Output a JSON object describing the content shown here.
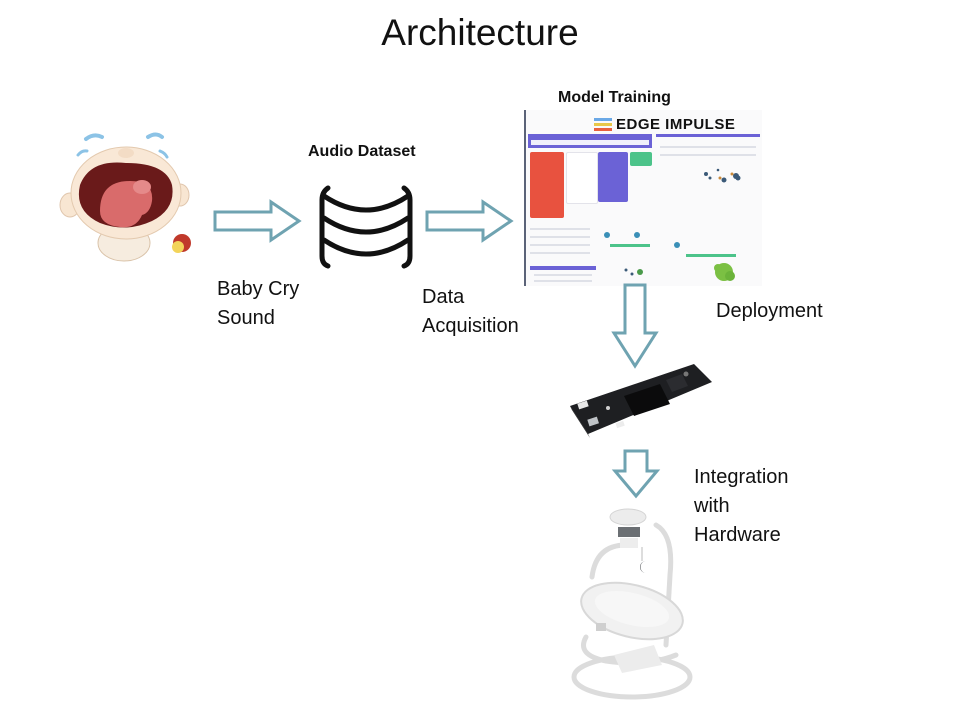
{
  "title": "Architecture",
  "stages": {
    "source": {
      "label_line1": "Baby Cry",
      "label_line2": "Sound",
      "image": "crying-baby-illustration"
    },
    "dataset": {
      "heading": "Audio Dataset",
      "icon": "database-icon"
    },
    "acquisition": {
      "label_line1": "Data",
      "label_line2": "Acquisition"
    },
    "training": {
      "heading": "Model Training",
      "platform_name": "EDGE IMPULSE",
      "image": "edge-impulse-dashboard-screenshot"
    },
    "deployment": {
      "label": "Deployment",
      "image": "microcontroller-board"
    },
    "integration": {
      "label_line1": "Integration",
      "label_line2": "with",
      "label_line3": "Hardware",
      "image": "baby-swing"
    }
  },
  "colors": {
    "arrow_stroke": "#6fa3b1",
    "arrow_fill": "#ffffff",
    "text": "#111111",
    "ei_purple": "#6b62d6",
    "ei_red": "#e8523f",
    "ei_green": "#4cc38a",
    "ei_scatter_green": "#7bc043"
  }
}
